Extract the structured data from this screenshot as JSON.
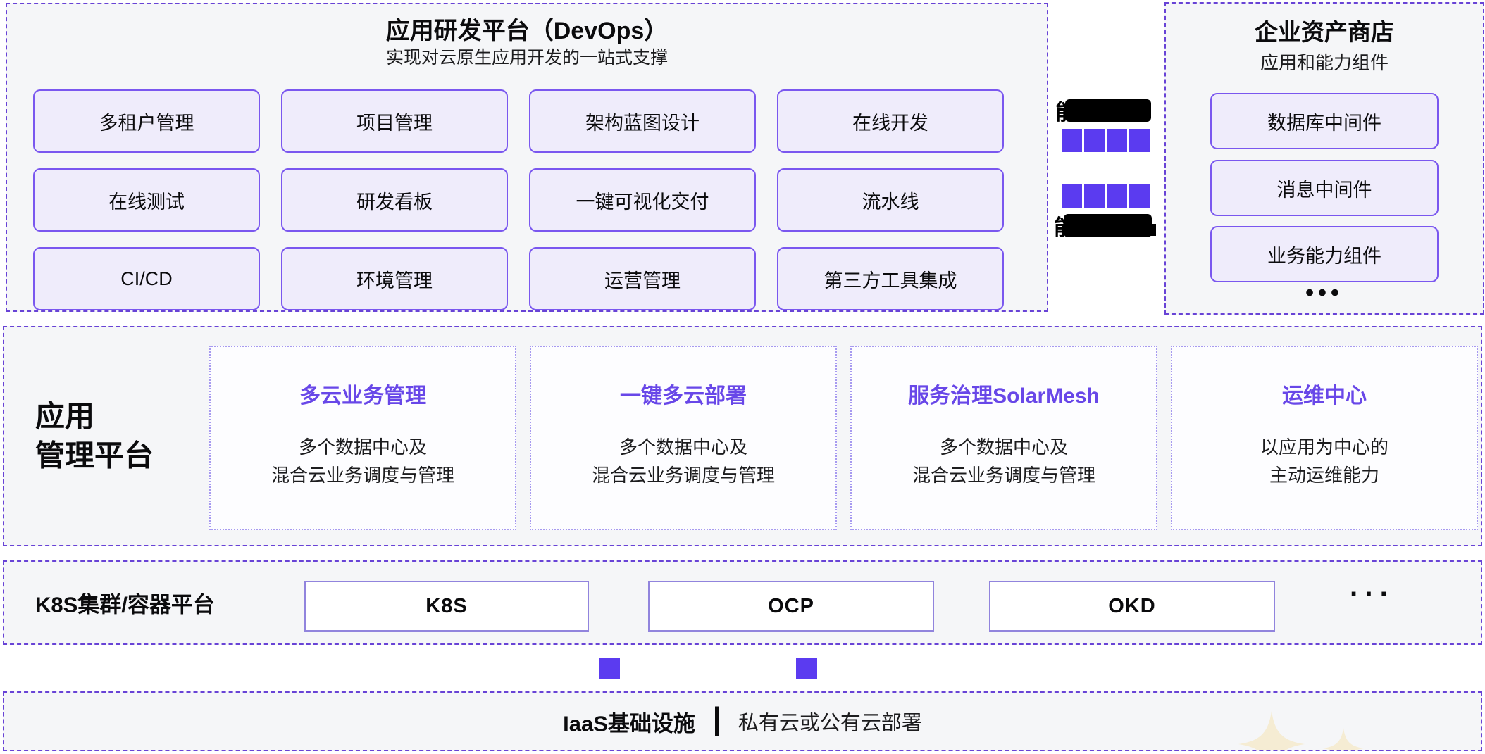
{
  "devops_panel": {
    "title": "应用研发平台（DevOps）",
    "subtitle": "实现对云原生应用开发的一站式支撑",
    "boxes": [
      "多租户管理",
      "项目管理",
      "架构蓝图设计",
      "在线开发",
      "在线测试",
      "研发看板",
      "一键可视化交付",
      "流水线",
      "CI/CD",
      "环境管理",
      "运营管理",
      "第三方工具集成"
    ]
  },
  "connector": {
    "top_label_visible": "能",
    "bottom_label_visible": "能",
    "squares_per_row": 4,
    "square_color": "#5b3bf0"
  },
  "asset_panel": {
    "title": "企业资产商店",
    "subtitle": "应用和能力组件",
    "boxes": [
      "数据库中间件",
      "消息中间件",
      "业务能力组件"
    ],
    "more": "•••"
  },
  "mgmt_row": {
    "label_line1": "应用",
    "label_line2": "管理平台",
    "cards": [
      {
        "title": "多云业务管理",
        "desc_line1": "多个数据中心及",
        "desc_line2": "混合云业务调度与管理"
      },
      {
        "title": "一键多云部署",
        "desc_line1": "多个数据中心及",
        "desc_line2": "混合云业务调度与管理"
      },
      {
        "title": "服务治理SolarMesh",
        "desc_line1": "多个数据中心及",
        "desc_line2": "混合云业务调度与管理"
      },
      {
        "title": "运维中心",
        "desc_line1": "以应用为中心的",
        "desc_line2": "主动运维能力"
      }
    ]
  },
  "k8s_row": {
    "label": "K8S集群/容器平台",
    "boxes": [
      "K8S",
      "OCP",
      "OKD"
    ],
    "more": "···"
  },
  "iaas_row": {
    "title": "IaaS基础设施",
    "subtitle": "私有云或公有云部署"
  },
  "colors": {
    "dashed_border": "#6843d6",
    "box_border": "#7a57ef",
    "box_fill": "#efecfb",
    "accent_square": "#5b3bf0",
    "card_title": "#6847e8",
    "k8s_box_border": "#9184dd",
    "row_background": "#f5f6f8",
    "sparkle": "#f5ecd3"
  }
}
